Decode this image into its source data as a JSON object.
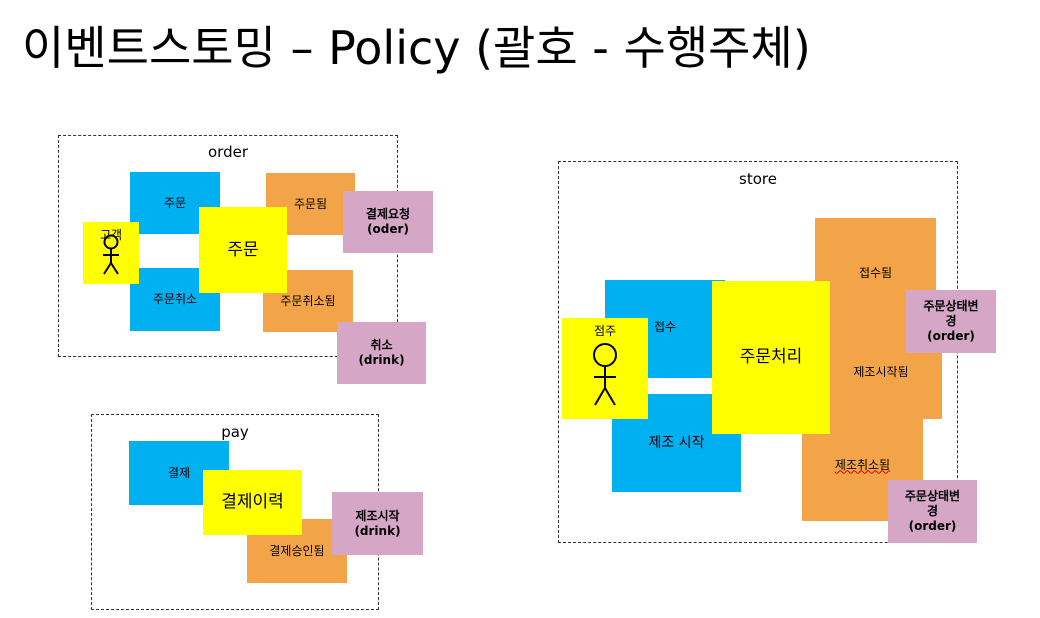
{
  "title": "이벤트스토밍 – Policy (괄호 - 수행주체)",
  "contexts": {
    "order": {
      "label": "order",
      "command_order": "주문",
      "command_cancel": "주문취소",
      "actor": "고객",
      "aggregate": "주문",
      "event_ordered": "주문됨",
      "event_cancelled": "주문취소됨",
      "policy_payment": "결제요청\n(oder)",
      "policy_cancel": "취소\n(drink)"
    },
    "pay": {
      "label": "pay",
      "command_pay": "결제",
      "aggregate": "결제이력",
      "event_approved": "결제승인됨",
      "policy_start": "제조시작\n(drink)"
    },
    "store": {
      "label": "store",
      "actor": "점주",
      "command_accept": "접수",
      "command_start": "제조 시작",
      "aggregate": "주문처리",
      "event_accepted": "접수됨",
      "event_started": "제조시작됨",
      "event_cancelled": "제조취소됨",
      "policy_status_1": "주문상태변\n경\n(order)",
      "policy_status_2": "주문상태변\n경\n(order)"
    }
  },
  "colors": {
    "command": "#00b0f0",
    "event": "#f4a448",
    "aggregate": "#ffff00",
    "policy": "#d5a6c6",
    "actor": "#ffff00"
  },
  "icons": {
    "actor": "stick-figure-icon"
  }
}
